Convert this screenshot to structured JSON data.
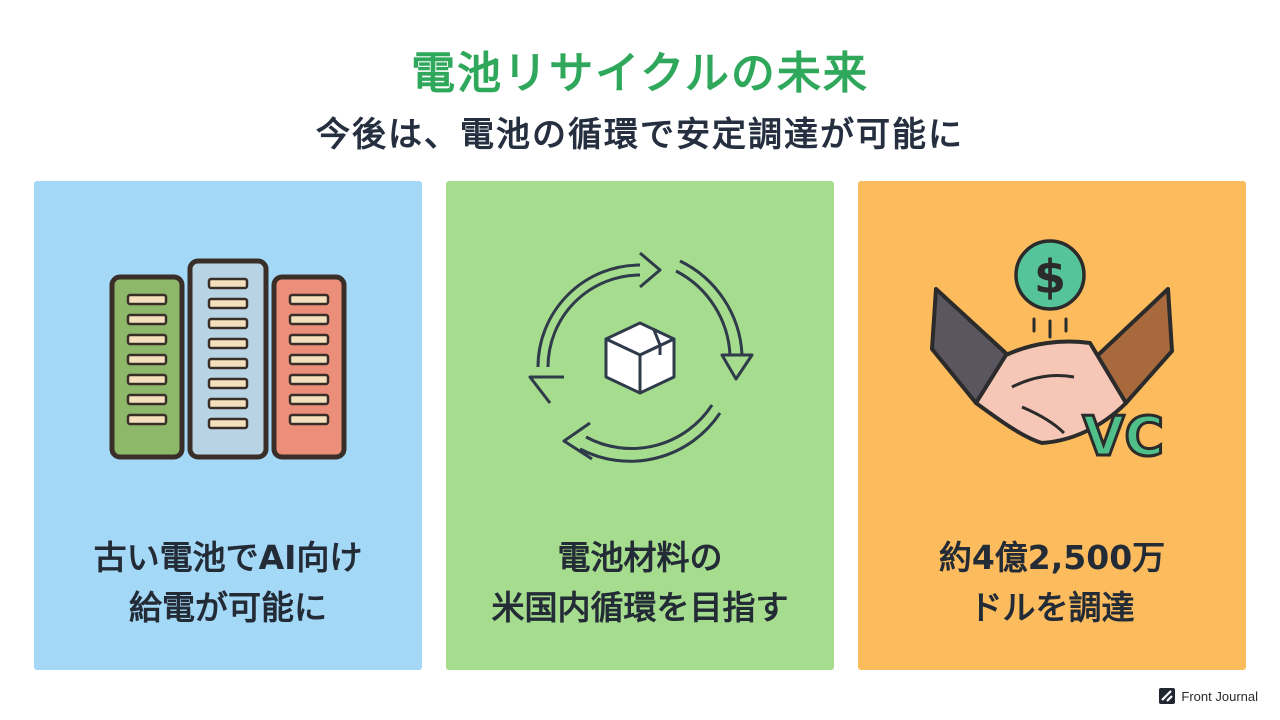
{
  "header": {
    "title": "電池リサイクルの未来",
    "subtitle": "今後は、電池の循環で安定調達が可能に"
  },
  "cards": [
    {
      "icon": "battery-racks-icon",
      "color": "#a4d8f7",
      "lines": [
        "古い電池でAI向け",
        "給電が可能に"
      ]
    },
    {
      "icon": "recycle-box-icon",
      "color": "#a6dc8d",
      "lines": [
        "電池材料の",
        "米国内循環を目指す"
      ]
    },
    {
      "icon": "handshake-vc-icon",
      "color": "#fcbc5d",
      "lines": [
        "約4億2,500万",
        "ドルを調達"
      ],
      "badge": "VC"
    }
  ],
  "brand": {
    "name": "Front Journal",
    "icon": "front-journal-logo-icon"
  },
  "colors": {
    "title": "#2fa85c",
    "text": "#252f3f"
  }
}
